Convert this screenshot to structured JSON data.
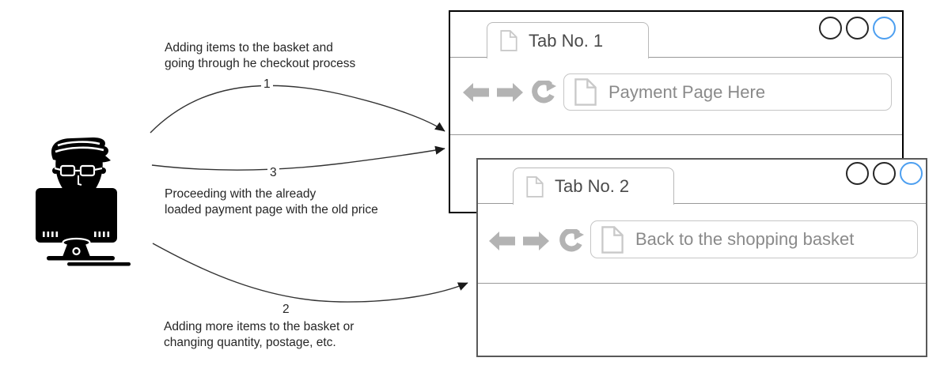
{
  "annotations": [
    {
      "number": "1",
      "line1": "Adding items to the basket and",
      "line2": "going through he checkout process"
    },
    {
      "number": "3",
      "line1": "Proceeding with the already",
      "line2": "loaded payment page with the old price"
    },
    {
      "number": "2",
      "line1": "Adding more items to the basket or",
      "line2": "changing quantity, postage, etc."
    }
  ],
  "windows": [
    {
      "tab_label": "Tab No. 1",
      "url_text": "Payment Page Here"
    },
    {
      "tab_label": "Tab No. 2",
      "url_text": "Back to the shopping basket"
    }
  ],
  "icons": {
    "person": "user-at-computer-icon",
    "document": "document-icon",
    "back": "back-arrow-icon",
    "forward": "forward-arrow-icon",
    "refresh": "refresh-icon",
    "controls": "window-control-circles"
  },
  "colors": {
    "window1_border": "#000000",
    "window2_border": "#595959",
    "divider_line": "#999999",
    "tab_border": "#b9b9b9",
    "tab_text": "#4a4a4a",
    "url_border": "#c6c6c6",
    "url_text": "#8a8a8a",
    "nav_icon": "#b3b3b3",
    "document_icon": "#c9c9c9",
    "control_circle": "#262626",
    "control_circle_active": "#4d9ff0",
    "arrow": "#333333",
    "annotation_text": "#262626",
    "person_icon": "#000000"
  }
}
